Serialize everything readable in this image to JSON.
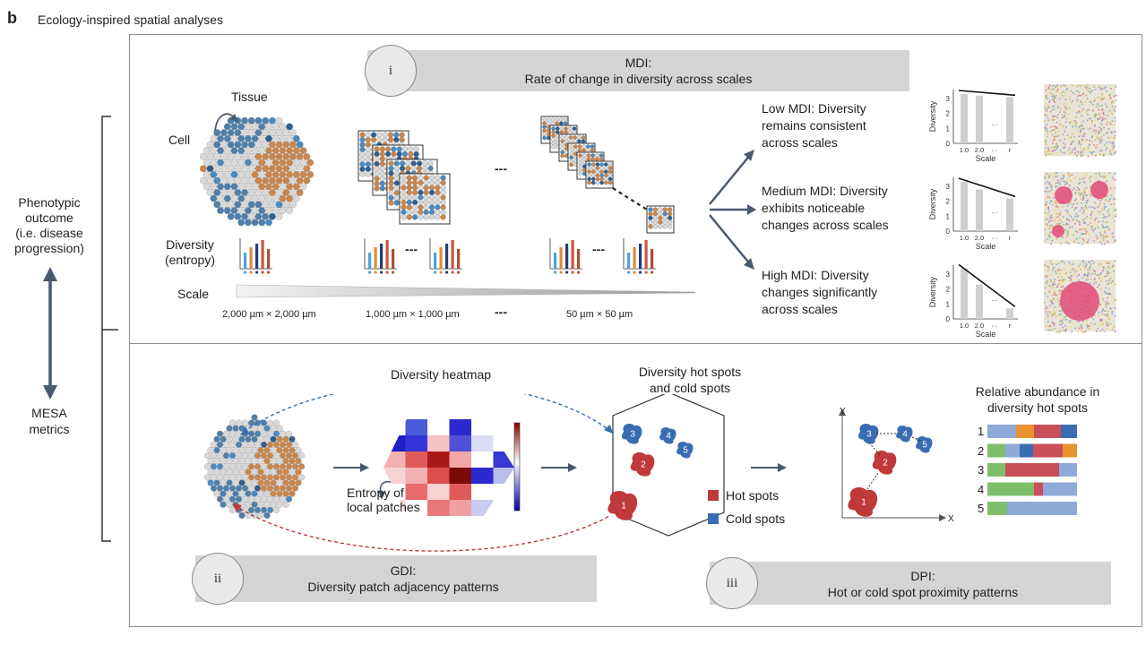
{
  "header": {
    "label": "b",
    "title": "Ecology-inspired spatial analyses"
  },
  "left_axis": {
    "top": "Phenotypic\noutcome\n(i.e. disease\nprogression)",
    "bottom": "MESA\nmetrics"
  },
  "panel_i": {
    "numeral": "i",
    "banner": "MDI:\nRate of change in diversity across scales",
    "tissue_label": "Tissue",
    "cell_label": "Cell",
    "diversity_label": "Diversity\n(entropy)",
    "scale_label": "Scale",
    "scale_ticks": [
      "2,000 µm × 2,000 µm",
      "1,000 µm × 1,000 µm",
      "50 µm × 50 µm"
    ],
    "ellipsis": "---",
    "outcomes": [
      {
        "text": "Low MDI: Diversity\nremains consistent\nacross scales",
        "values": [
          3.3,
          3.2,
          3.1
        ]
      },
      {
        "text": "Medium MDI: Diversity\nexhibits noticeable\nchanges across scales",
        "values": [
          3.3,
          2.8,
          2.2
        ]
      },
      {
        "text": "High MDI: Diversity\nchanges significantly\nacross scales",
        "values": [
          3.4,
          2.3,
          0.7
        ]
      }
    ],
    "mini_chart": {
      "ylabel": "Diversity",
      "xlabel": "Scale",
      "xticks": [
        "1.0",
        "2.0",
        "···",
        "r"
      ],
      "yticks": [
        "0",
        "1",
        "2",
        "3"
      ],
      "dots": "···"
    }
  },
  "panel_ii": {
    "numeral": "ii",
    "banner": "GDI:\nDiversity patch adjacency patterns",
    "heatmap_title": "Diversity heatmap",
    "entropy_label": "Entropy of\nlocal patches",
    "hotcold_title": "Diversity hot spots\nand cold spots",
    "legend": [
      {
        "label": "Hot spots",
        "color": "#c0393b"
      },
      {
        "label": "Cold spots",
        "color": "#3a6cb2"
      }
    ]
  },
  "panel_iii": {
    "numeral": "iii",
    "banner": "DPI:\nHot or cold spot proximity patterns",
    "axis_x": "X",
    "axis_y": "Y",
    "abundance_title": "Relative abundance in\ndiversity hot spots",
    "rows": [
      "1",
      "2",
      "3",
      "4",
      "5"
    ]
  },
  "colors": {
    "hot": "#c0393b",
    "cold": "#3a6cb2",
    "tissue_blue": "#4a8ac0",
    "tissue_orange": "#c9874e",
    "arrow": "#4a5a6e"
  }
}
